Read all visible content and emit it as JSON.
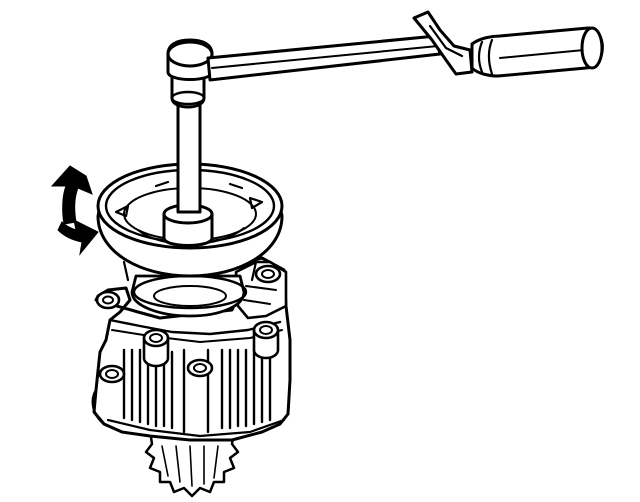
{
  "figure": {
    "kind": "line-art technical illustration",
    "palette": {
      "ink": "#000000",
      "paper": "#ffffff"
    },
    "components": [
      "ratchet-wrench",
      "socket",
      "pulley-flange",
      "rotation-arrow",
      "pump-housing",
      "cooling-fins",
      "mounting-bosses",
      "drive-gear"
    ]
  }
}
